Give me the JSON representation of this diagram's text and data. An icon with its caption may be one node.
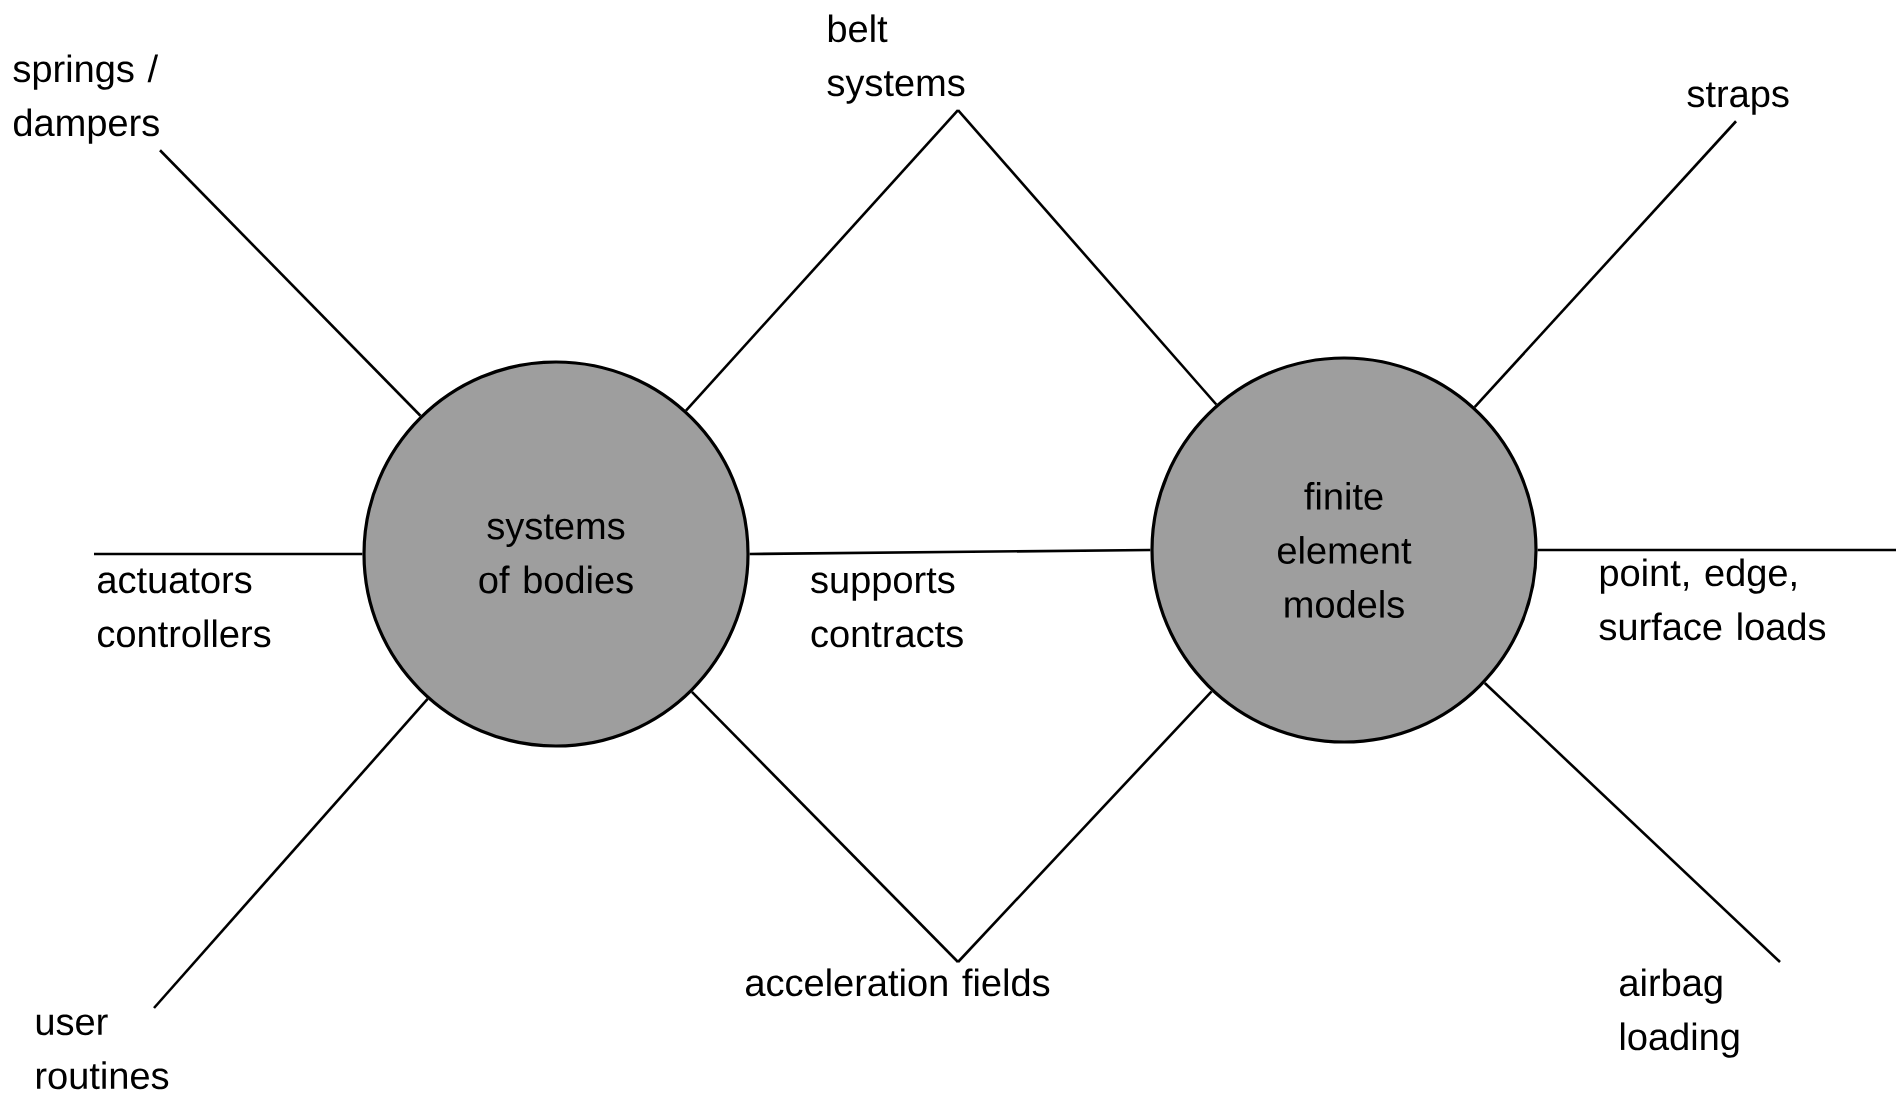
{
  "diagram": {
    "nodes": [
      {
        "text": [
          "systems of bodies"
        ]
      },
      {
        "text": [
          "finite element models"
        ]
      },
      {
        "text": [
          "springs / dampers"
        ]
      },
      {
        "text": [
          "belt systems"
        ]
      },
      {
        "text": [
          "straps"
        ]
      },
      {
        "text": [
          "actuators controllers"
        ]
      },
      {
        "text": [
          "point, edge, surface loads"
        ]
      },
      {
        "text": [
          "user routines"
        ]
      },
      {
        "text": [
          "acceleration fields"
        ]
      },
      {
        "text": [
          "airbag loading"
        ]
      }
    ],
    "edges": [
      {
        "from": 2,
        "to": 0,
        "arrow": "none"
      },
      {
        "from": 0,
        "to": 3,
        "arrow": "none"
      },
      {
        "from": 3,
        "to": 1,
        "arrow": "none"
      },
      {
        "from": 1,
        "to": 4,
        "arrow": "none"
      },
      {
        "from": 5,
        "to": 0,
        "arrow": "none"
      },
      {
        "from": 0,
        "to": 1,
        "arrow": "none",
        "label": "supports contracts"
      },
      {
        "from": 1,
        "to": 6,
        "arrow": "none"
      },
      {
        "from": 7,
        "to": 0,
        "arrow": "none"
      },
      {
        "from": 0,
        "to": 8,
        "arrow": "none"
      },
      {
        "from": 8,
        "to": 1,
        "arrow": "none"
      },
      {
        "from": 1,
        "to": 9,
        "arrow": "none"
      }
    ]
  }
}
